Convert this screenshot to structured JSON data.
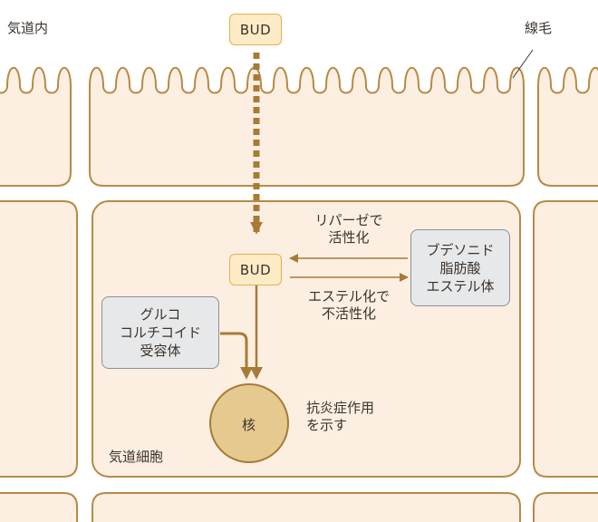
{
  "labels": {
    "airway_lumen": "気道内",
    "cilia": "線毛",
    "bud_top": "BUD",
    "bud_mid": "BUD",
    "lipase_line1": "リパーゼで",
    "lipase_line2": "活性化",
    "ester_line1": "エステル化で",
    "ester_line2": "不活性化",
    "budesonide_line1": "ブデソニド",
    "budesonide_line2": "脂肪酸",
    "budesonide_line3": "エステル体",
    "receptor_line1": "グルコ",
    "receptor_line2": "コルチコイド",
    "receptor_line3": "受容体",
    "nucleus": "核",
    "effect_line1": "抗炎症作用",
    "effect_line2": "を示す",
    "airway_cell": "気道細胞"
  },
  "colors": {
    "cell_fill": "#fcefe2",
    "membrane": "#b78a45",
    "arrow": "#a77a35",
    "nucleus_fill": "#e6c98f",
    "bud_fill": "#fcebc5",
    "bud_border": "#e6b04d",
    "gray_box": "#e7e8ea"
  }
}
